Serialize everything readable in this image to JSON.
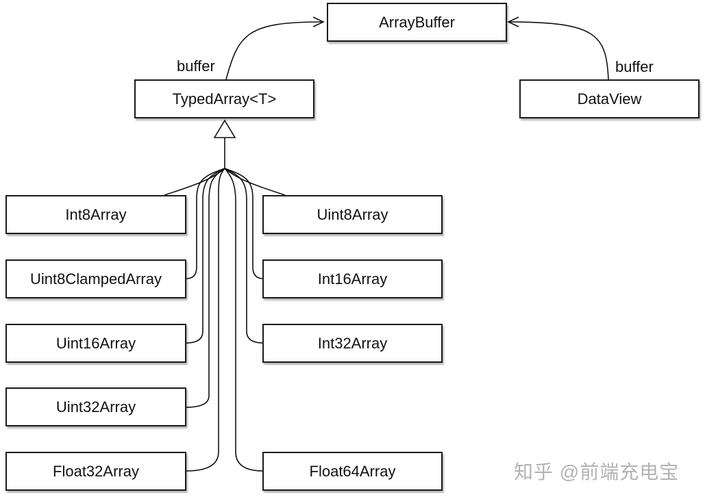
{
  "nodes": {
    "array_buffer": "ArrayBuffer",
    "typed_array": "TypedArray<T>",
    "data_view": "DataView",
    "int8": "Int8Array",
    "uint8_clamped": "Uint8ClampedArray",
    "uint16": "Uint16Array",
    "uint32": "Uint32Array",
    "float32": "Float32Array",
    "uint8": "Uint8Array",
    "int16": "Int16Array",
    "int32": "Int32Array",
    "float64": "Float64Array"
  },
  "edge_labels": {
    "typed_array_buffer": "buffer",
    "data_view_buffer": "buffer"
  },
  "watermark": "知乎 @前端充电宝"
}
